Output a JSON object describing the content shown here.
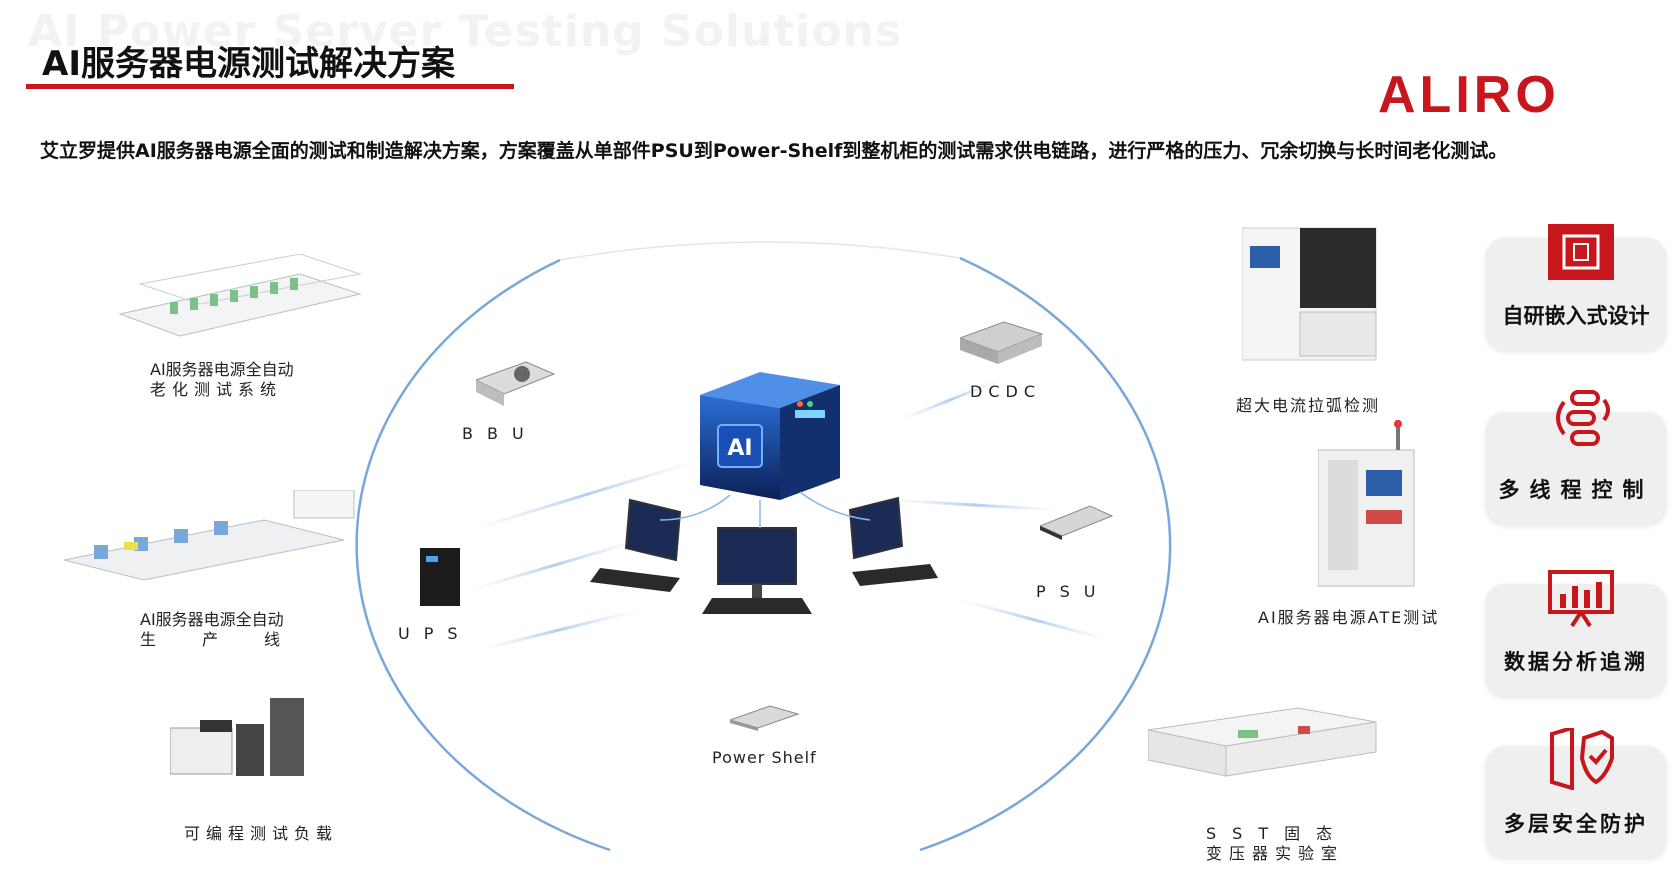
{
  "header": {
    "watermark": "AI Power Server Testing Solutions",
    "title": "AI服务器电源测试解决方案",
    "brand_logo": "ALIRO",
    "subtitle": "艾立罗提供AI服务器电源全面的测试和制造解决方案，方案覆盖从单部件PSU到Power-Shelf到整机柜的测试需求供电链路，进行严格的压力、冗余切换与长时间老化测试。"
  },
  "left_items": {
    "aging_line1": "AI服务器电源全自动",
    "aging_line2": "老化测试系统",
    "production_line1": "AI服务器电源全自动",
    "production_line2": "生产线",
    "load": "可编程测试负载"
  },
  "center": {
    "bbu": "BBU",
    "ups": "UPS",
    "dcdc": "DCDC",
    "psu": "PSU",
    "power_shelf": "Power Shelf",
    "ai_chip": "AI"
  },
  "right_items": {
    "arc_detect": "超大电流拉弧检测",
    "ate": "AI服务器电源ATE测试",
    "sst_line1": "SST固态",
    "sst_line2": "变压器实验室"
  },
  "features": [
    {
      "label": "自研嵌入式设计",
      "icon": "embedded-chip-icon"
    },
    {
      "label": "多线程控制",
      "icon": "multithread-icon"
    },
    {
      "label": "数据分析追溯",
      "icon": "data-analysis-icon"
    },
    {
      "label": "多层安全防护",
      "icon": "security-shield-icon"
    }
  ],
  "colors": {
    "accent": "#c8161d",
    "circle": "#7aa7d9",
    "card": "#efefef"
  }
}
